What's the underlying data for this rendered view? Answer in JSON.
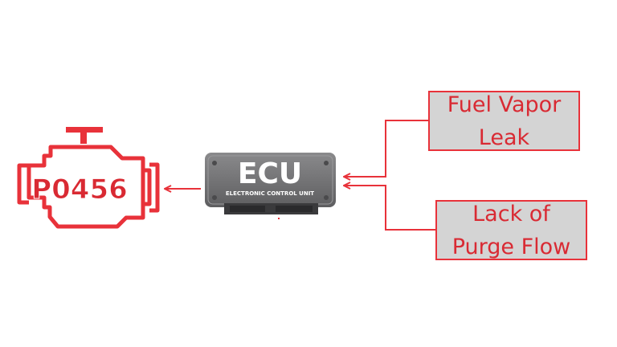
{
  "engine": {
    "code": "P0456"
  },
  "ecu": {
    "title": "ECU",
    "subtitle": "ELECTRONIC CONTROL UNIT"
  },
  "causes": [
    {
      "label": "Fuel Vapor\nLeak"
    },
    {
      "label": "Lack of\nPurge Flow"
    }
  ],
  "colors": {
    "accent": "#e8323a",
    "box_fill": "#d4d4d4",
    "ecu_body": "#6e6e70",
    "ecu_connector": "#3a3a3c"
  }
}
